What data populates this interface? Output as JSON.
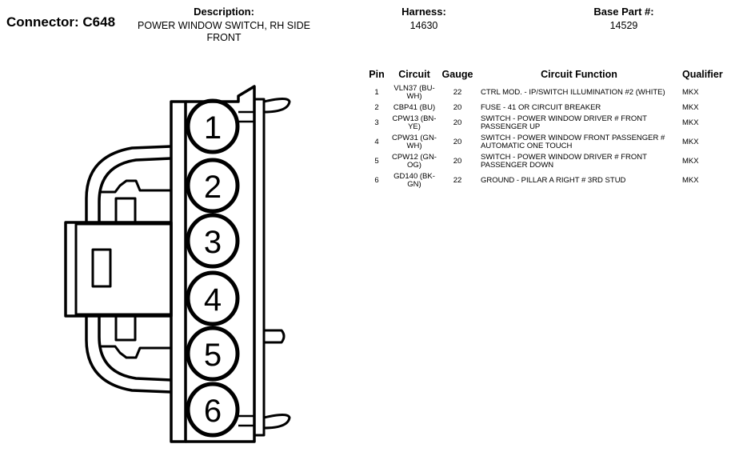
{
  "header": {
    "connector_label": "Connector: C648",
    "description_label": "Description:",
    "description_value": "POWER WINDOW SWITCH, RH SIDE FRONT",
    "harness_label": "Harness:",
    "harness_value": "14630",
    "base_part_label": "Base Part #:",
    "base_part_value": "14529"
  },
  "table": {
    "columns": [
      "Pin",
      "Circuit",
      "Gauge",
      "Circuit Function",
      "Qualifier"
    ],
    "rows": [
      {
        "pin": "1",
        "circuit": "VLN37 (BU-WH)",
        "gauge": "22",
        "function": "CTRL MOD. - IP/SWITCH ILLUMINATION #2 (WHITE)",
        "qualifier": "MKX"
      },
      {
        "pin": "2",
        "circuit": "CBP41 (BU)",
        "gauge": "20",
        "function": "FUSE - 41 OR CIRCUIT BREAKER",
        "qualifier": "MKX"
      },
      {
        "pin": "3",
        "circuit": "CPW13 (BN-YE)",
        "gauge": "20",
        "function": "SWITCH - POWER WINDOW DRIVER # FRONT PASSENGER UP",
        "qualifier": "MKX"
      },
      {
        "pin": "4",
        "circuit": "CPW31 (GN-WH)",
        "gauge": "20",
        "function": "SWITCH - POWER WINDOW FRONT PASSENGER # AUTOMATIC ONE TOUCH",
        "qualifier": "MKX"
      },
      {
        "pin": "5",
        "circuit": "CPW12 (GN-OG)",
        "gauge": "20",
        "function": "SWITCH - POWER WINDOW DRIVER # FRONT PASSENGER DOWN",
        "qualifier": "MKX"
      },
      {
        "pin": "6",
        "circuit": "GD140 (BK-GN)",
        "gauge": "22",
        "function": "GROUND - PILLAR A RIGHT # 3RD STUD",
        "qualifier": "MKX"
      }
    ]
  },
  "diagram": {
    "pin_numbers": [
      "1",
      "2",
      "3",
      "4",
      "5",
      "6"
    ]
  }
}
